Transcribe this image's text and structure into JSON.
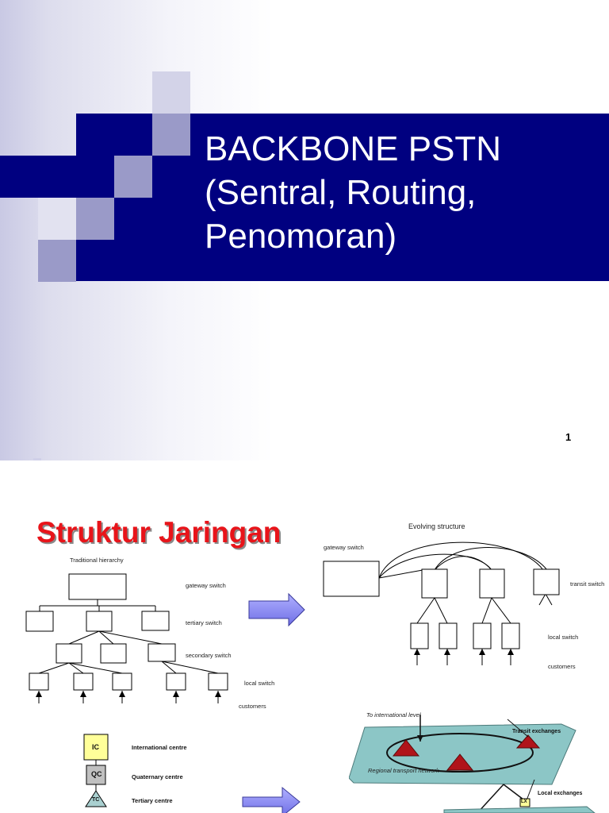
{
  "slide1": {
    "title_line1": "BACKBONE PSTN",
    "title_line2": "(Sentral, Routing,",
    "title_line3": "Penomoran)",
    "page_number": "1"
  },
  "slide2": {
    "title": "Struktur Jaringan",
    "traditional": {
      "caption": "Traditional hierarchy",
      "levels": [
        "gateway switch",
        "tertiary switch",
        "secondary switch",
        "local switch",
        "customers"
      ]
    },
    "evolving": {
      "caption": "Evolving structure",
      "labels": [
        "gateway switch",
        "transit switch",
        "local switch",
        "customers"
      ]
    },
    "legend": [
      {
        "code": "IC",
        "label": "International centre",
        "color": "#ffff99"
      },
      {
        "code": "QC",
        "label": "Quaternary centre",
        "color": "#c0c0c0"
      },
      {
        "code": "TC",
        "label": "Tertiary centre",
        "color": "#a9d0d0"
      }
    ],
    "network": {
      "to_international": "To international level",
      "transit_exchanges": "Transit exchanges",
      "regional_network": "Regional transport network",
      "local_exchanges": "Local exchanges",
      "lx_label": "LX"
    }
  }
}
